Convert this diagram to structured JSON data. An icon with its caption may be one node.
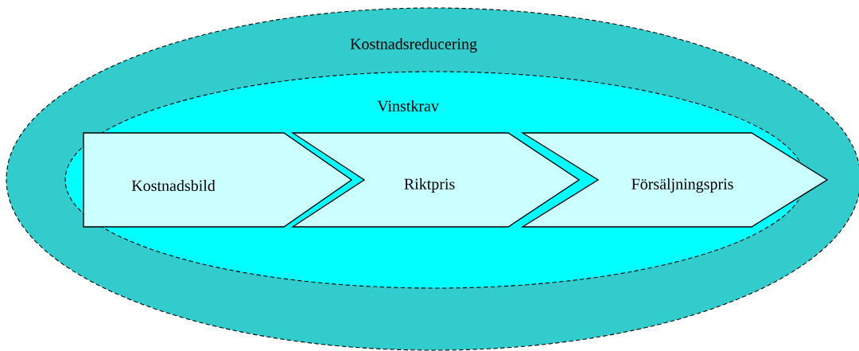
{
  "diagram": {
    "nodes": [
      {
        "text": [
          "Kostnadsreducering"
        ]
      },
      {
        "text": [
          "Vinstkrav"
        ],
        "in": 0
      },
      {
        "text": [
          "Kostnadsbild"
        ],
        "in": 1
      },
      {
        "text": [
          "Riktpris"
        ],
        "in": 1
      },
      {
        "text": [
          "Försäljningspris"
        ],
        "in": 0
      }
    ]
  }
}
